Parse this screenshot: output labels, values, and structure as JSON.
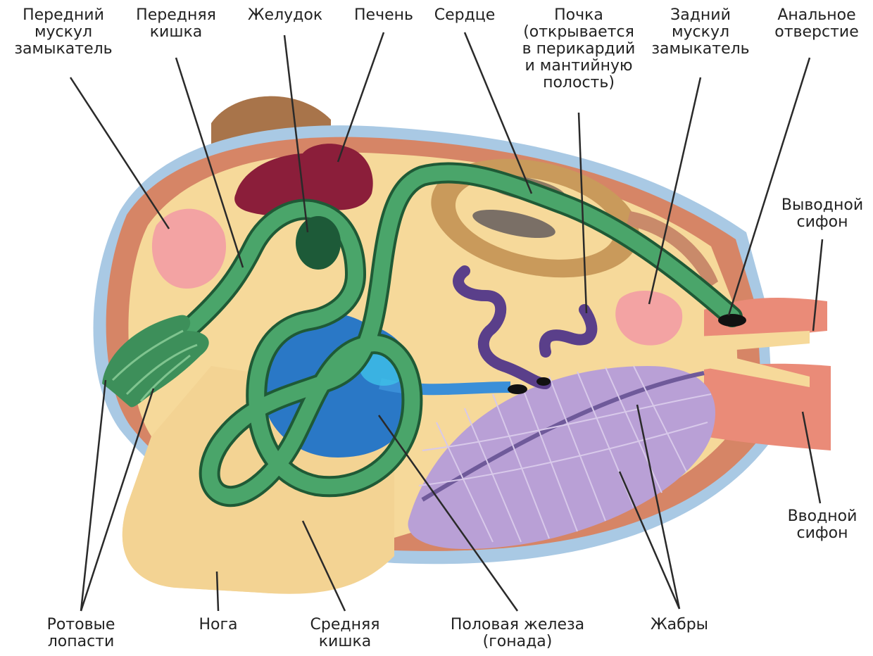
{
  "labels": {
    "anterior_adductor": [
      "Передний",
      "мускул",
      "замыкатель"
    ],
    "foregut": [
      "Передняя",
      "кишка"
    ],
    "stomach": [
      "Желудок"
    ],
    "liver": [
      "Печень"
    ],
    "heart": [
      "Сердце"
    ],
    "kidney": [
      "Почка",
      "(открывается",
      "в перикардий",
      "и мантийную",
      "полость)"
    ],
    "posterior_adductor": [
      "Задний",
      "мускул",
      "замыкатель"
    ],
    "anus": [
      "Анальное",
      "отверстие"
    ],
    "excurrent_siphon": [
      "Выводной",
      "сифон"
    ],
    "incurrent_siphon": [
      "Вводной",
      "сифон"
    ],
    "mouth_lobes": [
      "Ротовые",
      "лопасти"
    ],
    "foot": [
      "Нога"
    ],
    "midgut": [
      "Средняя",
      "кишка"
    ],
    "gonad": [
      "Половая железа",
      "(гонада)"
    ],
    "gills": [
      "Жабры"
    ]
  },
  "colors": {
    "shell_brown": "#a8744a",
    "shell_edge": "#a9c9e4",
    "mantle_red": "#e08a6c",
    "body_yellow": "#f6d99a",
    "muscle_pink": "#f3a3a3",
    "gut_green": "#3d8f5a",
    "gut_dark": "#1f5a36",
    "stomach_green": "#1d5a38",
    "liver_maroon": "#8b1e3a",
    "gonad_blue": "#2a78c6",
    "gill_purple": "#b9a0d6",
    "kidney_purple": "#5a3f8a",
    "heart_brown": "#a4703a",
    "siphon_salmon": "#e9897a",
    "leader_line": "#2a2a2a"
  }
}
